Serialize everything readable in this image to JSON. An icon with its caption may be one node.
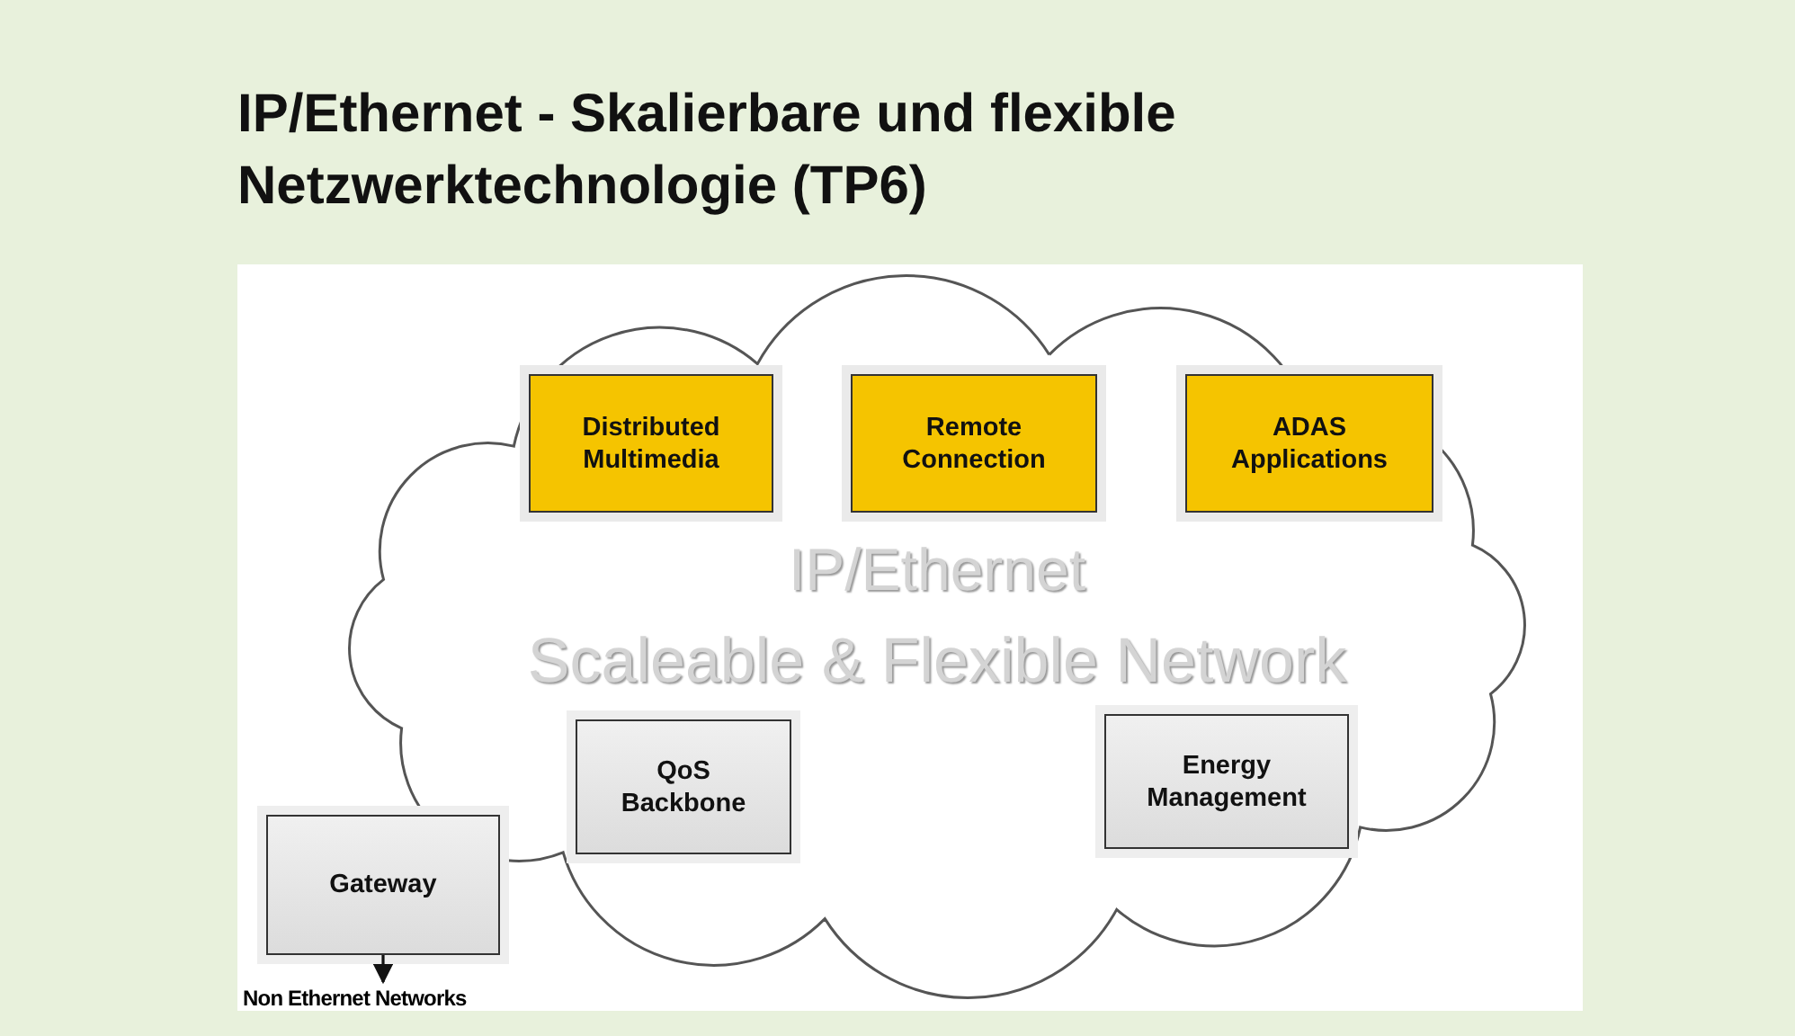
{
  "diagram": {
    "title": "IP/Ethernet - Skalierbare und flexible Netzwerktechnologie (TP6)",
    "nodes": [
      {
        "text": [
          "IP/Ethernet",
          "Scaleable & Flexible Network"
        ]
      },
      {
        "text": [
          "Distributed Multimedia"
        ],
        "in": 0
      },
      {
        "text": [
          "Remote Connection"
        ],
        "in": 0
      },
      {
        "text": [
          "ADAS Applications"
        ],
        "in": 0
      },
      {
        "text": [
          "QoS Backbone"
        ],
        "in": 0
      },
      {
        "text": [
          "Energy Management"
        ],
        "in": 0
      },
      {
        "text": [
          "Gateway"
        ]
      },
      {
        "text": [
          "Non Ethernet Networks"
        ]
      }
    ],
    "edges": [
      {
        "from": 6,
        "to": 7,
        "arrow": "to"
      }
    ]
  }
}
